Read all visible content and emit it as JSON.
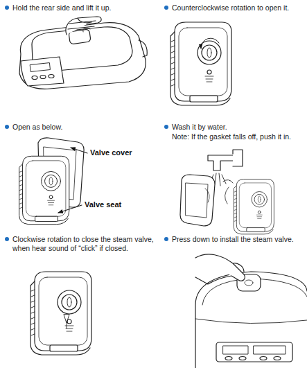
{
  "diagram": {
    "labels": [
      "Hold the rear side and lift it up.",
      "Counterclockwise rotation to open it.",
      "Open as below.",
      "Valve cover",
      "Valve seat",
      "Wash it by water.",
      "Note: If the gasket falls off, push it in.",
      "Clockwise rotation to close the steam valve, when hear sound of “click” if closed.",
      "Press down to install the steam valve."
    ]
  }
}
